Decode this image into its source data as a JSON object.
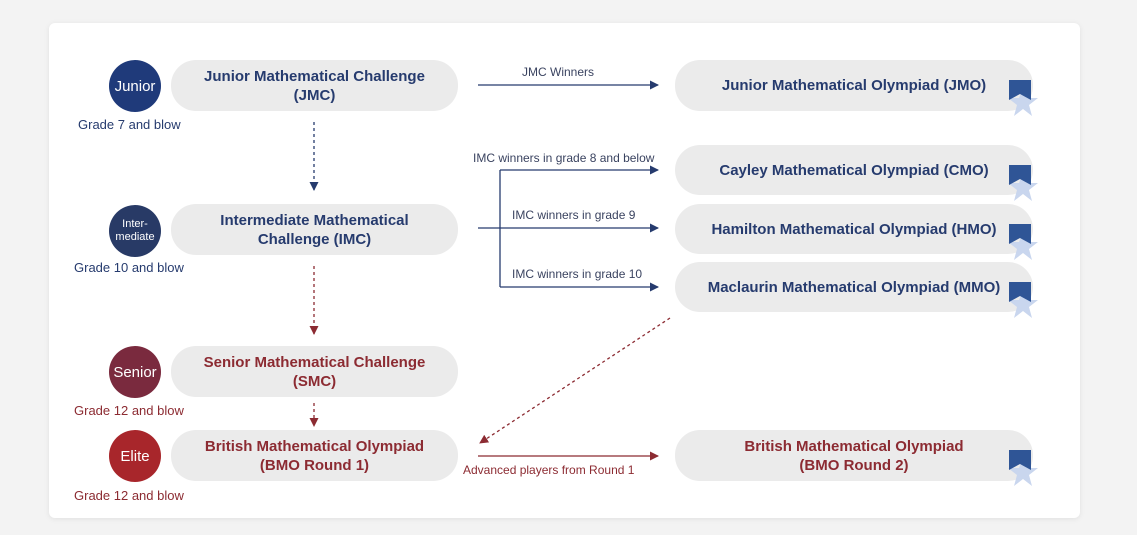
{
  "levels": {
    "junior": {
      "badge": "Junior",
      "title": "Junior Mathematical Challenge\n(JMC)",
      "grade": "Grade 7 and blow"
    },
    "intermediate": {
      "badge": "Inter-\nmediate",
      "title": "Intermediate Mathematical\nChallenge (IMC)",
      "grade": "Grade 10 and blow"
    },
    "senior": {
      "badge": "Senior",
      "title": "Senior Mathematical Challenge\n(SMC)",
      "grade": "Grade 12 and blow"
    },
    "elite": {
      "badge": "Elite",
      "title": "British Mathematical Olympiad\n(BMO Round 1)",
      "grade": "Grade 12 and blow"
    }
  },
  "olympiads": {
    "jmo": "Junior Mathematical Olympiad (JMO)",
    "cmo": "Cayley Mathematical Olympiad (CMO)",
    "hmo": "Hamilton Mathematical Olympiad (HMO)",
    "mmo": "Maclaurin Mathematical Olympiad (MMO)",
    "bmo2": "British Mathematical Olympiad\n(BMO Round 2)"
  },
  "arrows": {
    "jmc_winners": "JMC Winners",
    "imc_grade8": "IMC winners in grade 8 and below",
    "imc_grade9": "IMC winners in grade 9",
    "imc_grade10": "IMC winners in grade 10",
    "advanced": "Advanced players from Round 1"
  },
  "colors": {
    "navy": "#263b6e",
    "maroon": "#8c2b32",
    "junior_badge": "#1f3a7a",
    "intermediate_badge": "#283a66",
    "senior_badge": "#7a2a3e",
    "elite_badge": "#a8262b",
    "pill_bg": "#ebebeb",
    "star": "#c9d6ee"
  },
  "icons": [
    "ribbon-star-icon"
  ]
}
